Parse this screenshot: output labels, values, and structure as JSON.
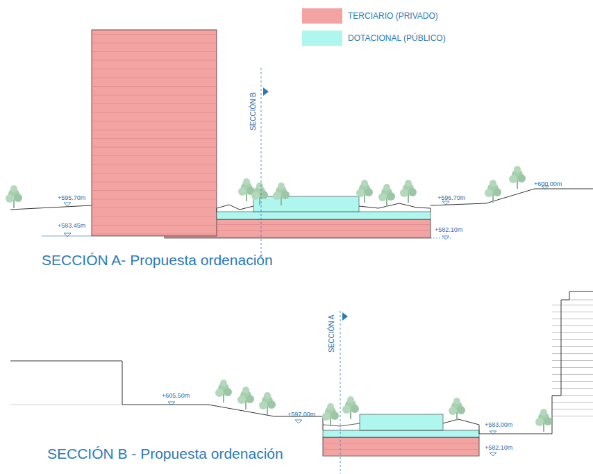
{
  "diagram": {
    "labels": [
      "+595.70m",
      "+583.45m",
      "+596.70m",
      "+600.00m",
      "+582.10m",
      "SECCIÓN B",
      "SECCIÓN A- Propuesta ordenación",
      "+605.50m",
      "+597.00m",
      "+583.00m",
      "+582.10m",
      "SECCIÓN A",
      "SECCIÓN B - Propuesta ordenación"
    ],
    "legend": [
      {
        "text": "TERCIARIO (PRIVADO)",
        "color": "#f4a3a3"
      },
      {
        "text": "DOTACIONAL (PÚBLICO)",
        "color": "#aef6ee"
      }
    ]
  }
}
